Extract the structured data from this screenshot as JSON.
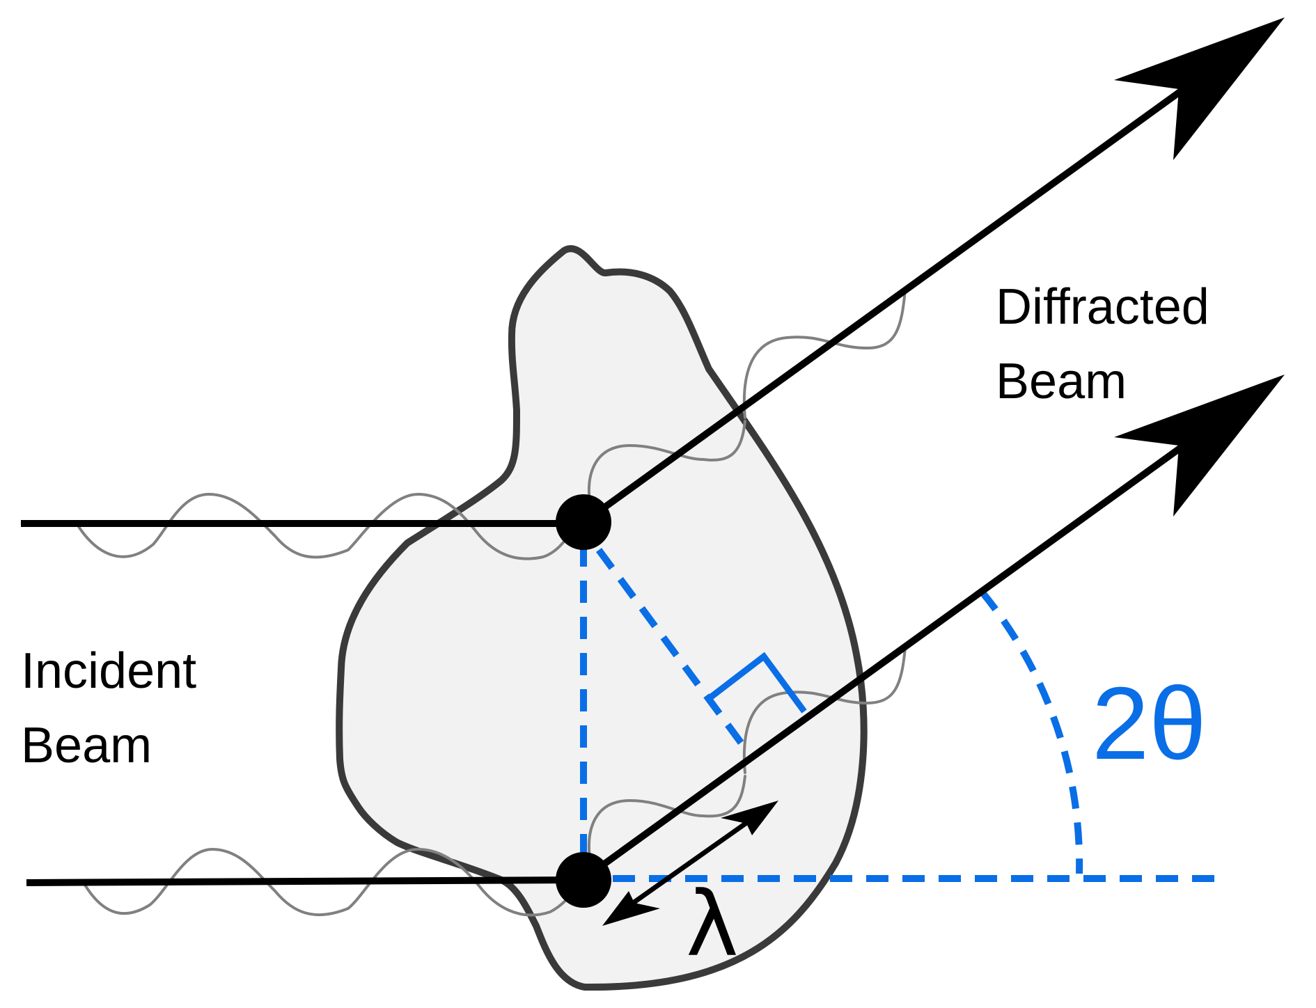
{
  "labels": {
    "incident_line1": "Incident",
    "incident_line2": "Beam",
    "diffracted_line1": "Diffracted",
    "diffracted_line2": "Beam",
    "angle": "2θ",
    "wavelength": "λ"
  },
  "colors": {
    "beam": "#000000",
    "construction": "#0a6ee6",
    "particle_fill": "#f2f2f2",
    "particle_outline": "#3a3a3a",
    "wave": "#808080"
  }
}
